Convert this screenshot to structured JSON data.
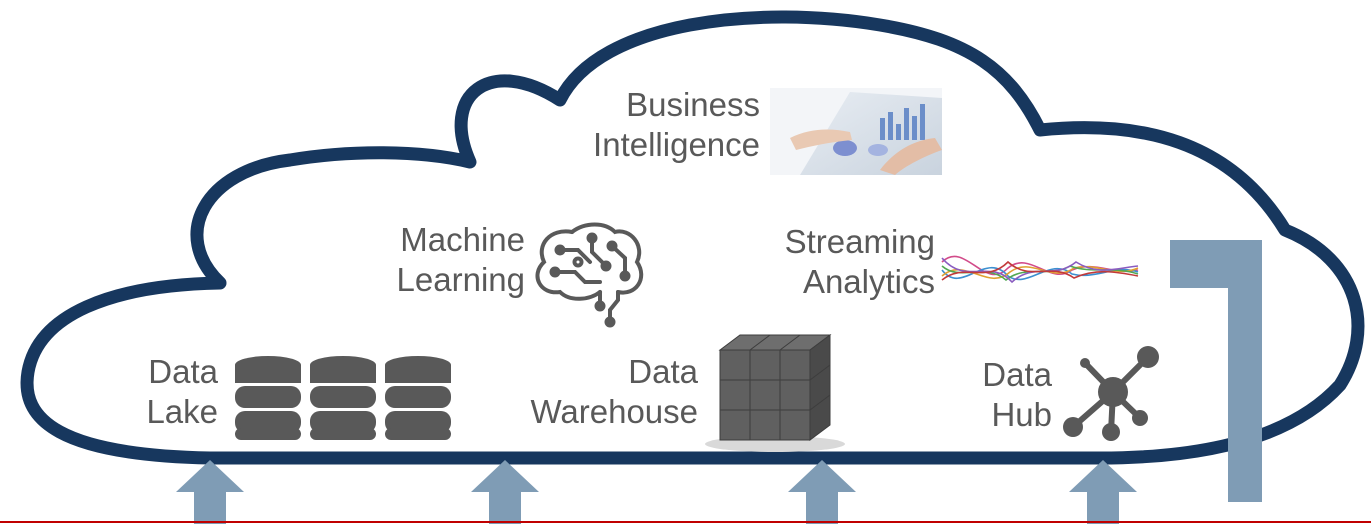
{
  "colors": {
    "cloud_outline": "#17375e",
    "arrow": "#7f9cb5",
    "icon_gray": "#595959",
    "text": "#595959",
    "bottom_rule": "#c00000"
  },
  "components": {
    "business_intelligence": {
      "line1": "Business",
      "line2": "Intelligence",
      "icon": "tablet-chart-photo-icon"
    },
    "machine_learning": {
      "line1": "Machine",
      "line2": "Learning",
      "icon": "circuit-brain-icon"
    },
    "streaming_analytics": {
      "line1": "Streaming",
      "line2": "Analytics",
      "icon": "waveform-stream-icon"
    },
    "data_lake": {
      "line1": "Data",
      "line2": "Lake",
      "icon": "database-stack-icon"
    },
    "data_warehouse": {
      "line1": "Data",
      "line2": "Warehouse",
      "icon": "cube-grid-icon"
    },
    "data_hub": {
      "line1": "Data",
      "line2": "Hub",
      "icon": "network-hub-icon"
    }
  },
  "arrows": {
    "inbound_count": 4,
    "outbound_count": 1
  }
}
